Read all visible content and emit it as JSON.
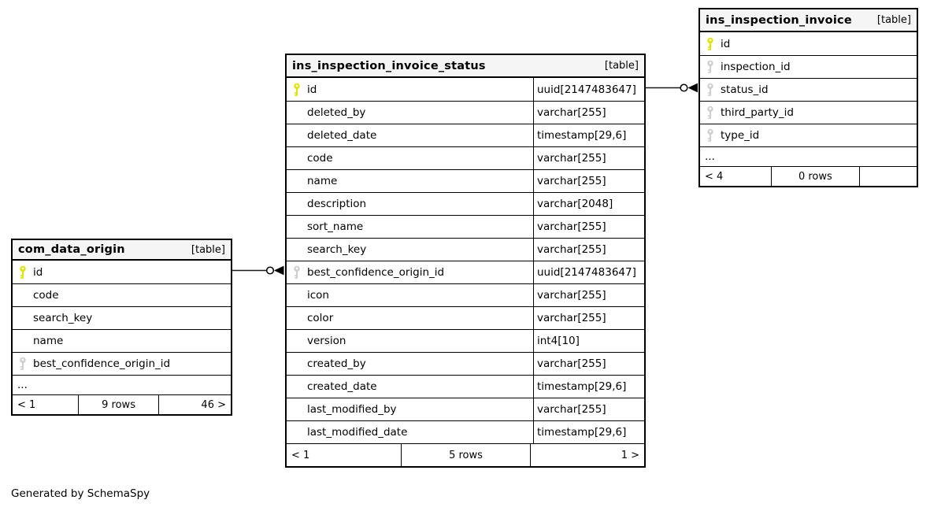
{
  "page": {
    "generated_note": "Generated by SchemaSpy"
  },
  "colors": {
    "page_bg": "#ffffff",
    "border": "#000000",
    "header_bg": "#f5f5f5",
    "primary_key_icon": "#e0e300",
    "foreign_key_icon": "#cfcfcf"
  },
  "tables": [
    {
      "title": "com_data_origin",
      "tag": "[table]",
      "columns": [
        {
          "name": "id",
          "key": "primary"
        },
        {
          "name": "code",
          "key": null
        },
        {
          "name": "search_key",
          "key": null
        },
        {
          "name": "name",
          "key": null
        },
        {
          "name": "best_confidence_origin_id",
          "key": "foreign"
        }
      ],
      "truncated": "...",
      "footer": {
        "prev": "< 1",
        "rows": "9 rows",
        "next": "46 >"
      }
    },
    {
      "title": "ins_inspection_invoice_status",
      "tag": "[table]",
      "columns": [
        {
          "name": "id",
          "key": "primary",
          "type": "uuid[2147483647]"
        },
        {
          "name": "deleted_by",
          "key": null,
          "type": "varchar[255]"
        },
        {
          "name": "deleted_date",
          "key": null,
          "type": "timestamp[29,6]"
        },
        {
          "name": "code",
          "key": null,
          "type": "varchar[255]"
        },
        {
          "name": "name",
          "key": null,
          "type": "varchar[255]"
        },
        {
          "name": "description",
          "key": null,
          "type": "varchar[2048]"
        },
        {
          "name": "sort_name",
          "key": null,
          "type": "varchar[255]"
        },
        {
          "name": "search_key",
          "key": null,
          "type": "varchar[255]"
        },
        {
          "name": "best_confidence_origin_id",
          "key": "foreign",
          "type": "uuid[2147483647]"
        },
        {
          "name": "icon",
          "key": null,
          "type": "varchar[255]"
        },
        {
          "name": "color",
          "key": null,
          "type": "varchar[255]"
        },
        {
          "name": "version",
          "key": null,
          "type": "int4[10]"
        },
        {
          "name": "created_by",
          "key": null,
          "type": "varchar[255]"
        },
        {
          "name": "created_date",
          "key": null,
          "type": "timestamp[29,6]"
        },
        {
          "name": "last_modified_by",
          "key": null,
          "type": "varchar[255]"
        },
        {
          "name": "last_modified_date",
          "key": null,
          "type": "timestamp[29,6]"
        }
      ],
      "footer": {
        "prev": "< 1",
        "rows": "5 rows",
        "next": "1 >"
      }
    },
    {
      "title": "ins_inspection_invoice",
      "tag": "[table]",
      "columns": [
        {
          "name": "id",
          "key": "primary"
        },
        {
          "name": "inspection_id",
          "key": "foreign"
        },
        {
          "name": "status_id",
          "key": "foreign"
        },
        {
          "name": "third_party_id",
          "key": "foreign"
        },
        {
          "name": "type_id",
          "key": "foreign"
        }
      ],
      "truncated": "...",
      "footer": {
        "prev": "< 4",
        "rows": "0 rows",
        "next": ""
      }
    }
  ],
  "relationships": [
    {
      "pk_table": "com_data_origin",
      "pk_column": "id",
      "fk_table": "ins_inspection_invoice_status",
      "fk_column": "best_confidence_origin_id"
    },
    {
      "pk_table": "ins_inspection_invoice_status",
      "pk_column": "id",
      "fk_table": "ins_inspection_invoice",
      "fk_column": "status_id"
    }
  ]
}
